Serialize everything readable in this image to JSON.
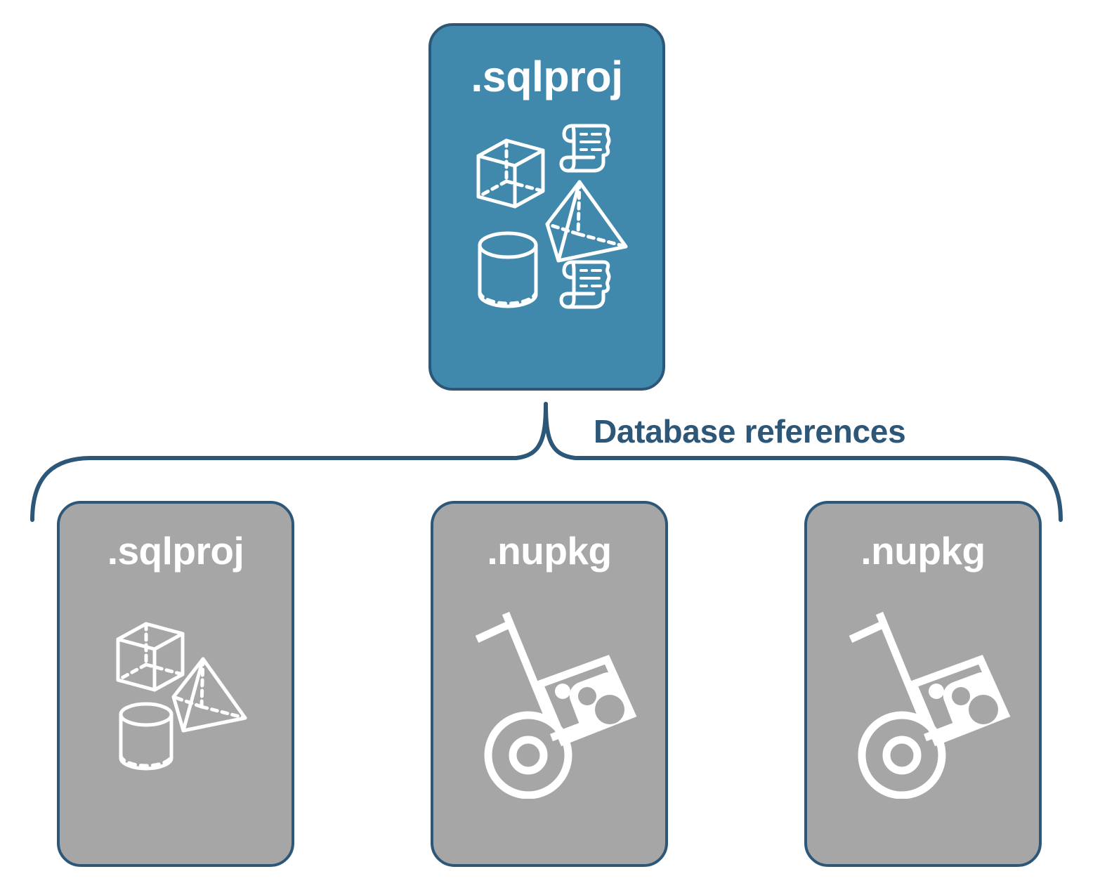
{
  "diagram": {
    "title_text": "Database references",
    "colors": {
      "blue_fill": "#4189ac",
      "gray_fill": "#a6a6a6",
      "border": "#2d5778",
      "label_text": "#ffffff",
      "brace_label_text": "#2d5778",
      "background": "#ffffff"
    },
    "root": {
      "label": ".sqlproj",
      "fill": "blue",
      "icons": [
        "cube-icon",
        "scroll-icon",
        "pyramid-icon",
        "cylinder-icon",
        "scroll-icon"
      ]
    },
    "connector": {
      "kind": "curly-brace",
      "label": "Database references"
    },
    "children": [
      {
        "label": ".sqlproj",
        "fill": "gray",
        "icons": [
          "cube-icon",
          "pyramid-icon",
          "cylinder-icon"
        ]
      },
      {
        "label": ".nupkg",
        "fill": "gray",
        "icons": [
          "hand-truck-package-icon"
        ]
      },
      {
        "label": ".nupkg",
        "fill": "gray",
        "icons": [
          "hand-truck-package-icon"
        ]
      }
    ]
  }
}
